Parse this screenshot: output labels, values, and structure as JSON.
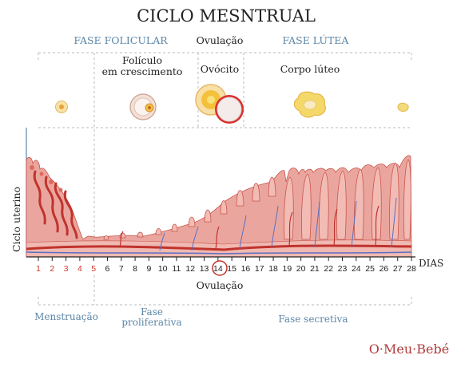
{
  "title": "CICLO MESNTRUAL",
  "phases": {
    "follicular": "FASE FOLICULAR",
    "ovulation": "Ovulação",
    "luteal": "FASE LÚTEA"
  },
  "stages": {
    "growing_follicle_line1": "Folículo",
    "growing_follicle_line2": "em crescimento",
    "oocyte": "Ovócito",
    "corpus_luteum": "Corpo lúteo"
  },
  "axis": {
    "ylabel": "Ciclo uterino",
    "xlabel": "DIAS",
    "days": [
      "1",
      "2",
      "3",
      "4",
      "5",
      "6",
      "7",
      "8",
      "9",
      "10",
      "11",
      "12",
      "13",
      "14",
      "15",
      "16",
      "17",
      "18",
      "19",
      "20",
      "21",
      "22",
      "23",
      "24",
      "25",
      "26",
      "27",
      "28"
    ],
    "menstrual_days": [
      "1",
      "2",
      "3",
      "4",
      "5"
    ],
    "highlight_day": "14",
    "ovulation_label": "Ovulação"
  },
  "bottom_phases": {
    "menstruation": "Menstruação",
    "proliferative_line1": "Fase",
    "proliferative_line2": "proliferativa",
    "secretory": "Fase secretiva"
  },
  "brand": "O·Meu·Bebé",
  "colors": {
    "blue_label": "#5b86a8",
    "red_day": "#d2352f",
    "tissue": "#e9a59d",
    "tissue_edge": "#c8544c",
    "blood": "#c0332c",
    "vein": "#5a6fc4",
    "brand": "#b23a3a"
  }
}
